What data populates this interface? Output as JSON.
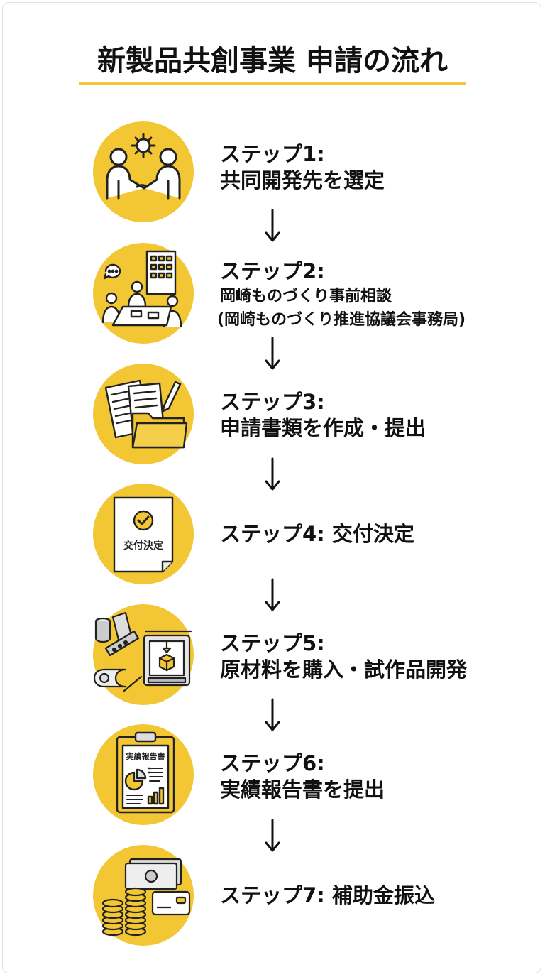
{
  "title": "新製品共創事業 申請の流れ",
  "colors": {
    "accent": "#f3c633",
    "underline": "#f2c53d",
    "text": "#111111"
  },
  "steps": [
    {
      "icon": "handshake-gear-icon",
      "lines": [
        "ステップ1:",
        "共同開発先を選定"
      ]
    },
    {
      "icon": "consultation-meeting-icon",
      "lines": [
        "ステップ2:",
        "岡崎ものづくり事前相談",
        "(岡崎ものづくり推進協議会事務局)"
      ]
    },
    {
      "icon": "documents-folder-pen-icon",
      "lines": [
        "ステップ3:",
        "申請書類を作成・提出"
      ]
    },
    {
      "icon": "approval-document-icon",
      "lines": [
        "ステップ4: 交付決定"
      ],
      "doc_label": "交付決定"
    },
    {
      "icon": "3d-printer-materials-icon",
      "lines": [
        "ステップ5:",
        "原材料を購入・試作品開発"
      ]
    },
    {
      "icon": "report-clipboard-icon",
      "lines": [
        "ステップ6:",
        "実績報告書を提出"
      ],
      "doc_label": "実績報告書"
    },
    {
      "icon": "money-coins-card-icon",
      "lines": [
        "ステップ7: 補助金振込"
      ]
    }
  ]
}
